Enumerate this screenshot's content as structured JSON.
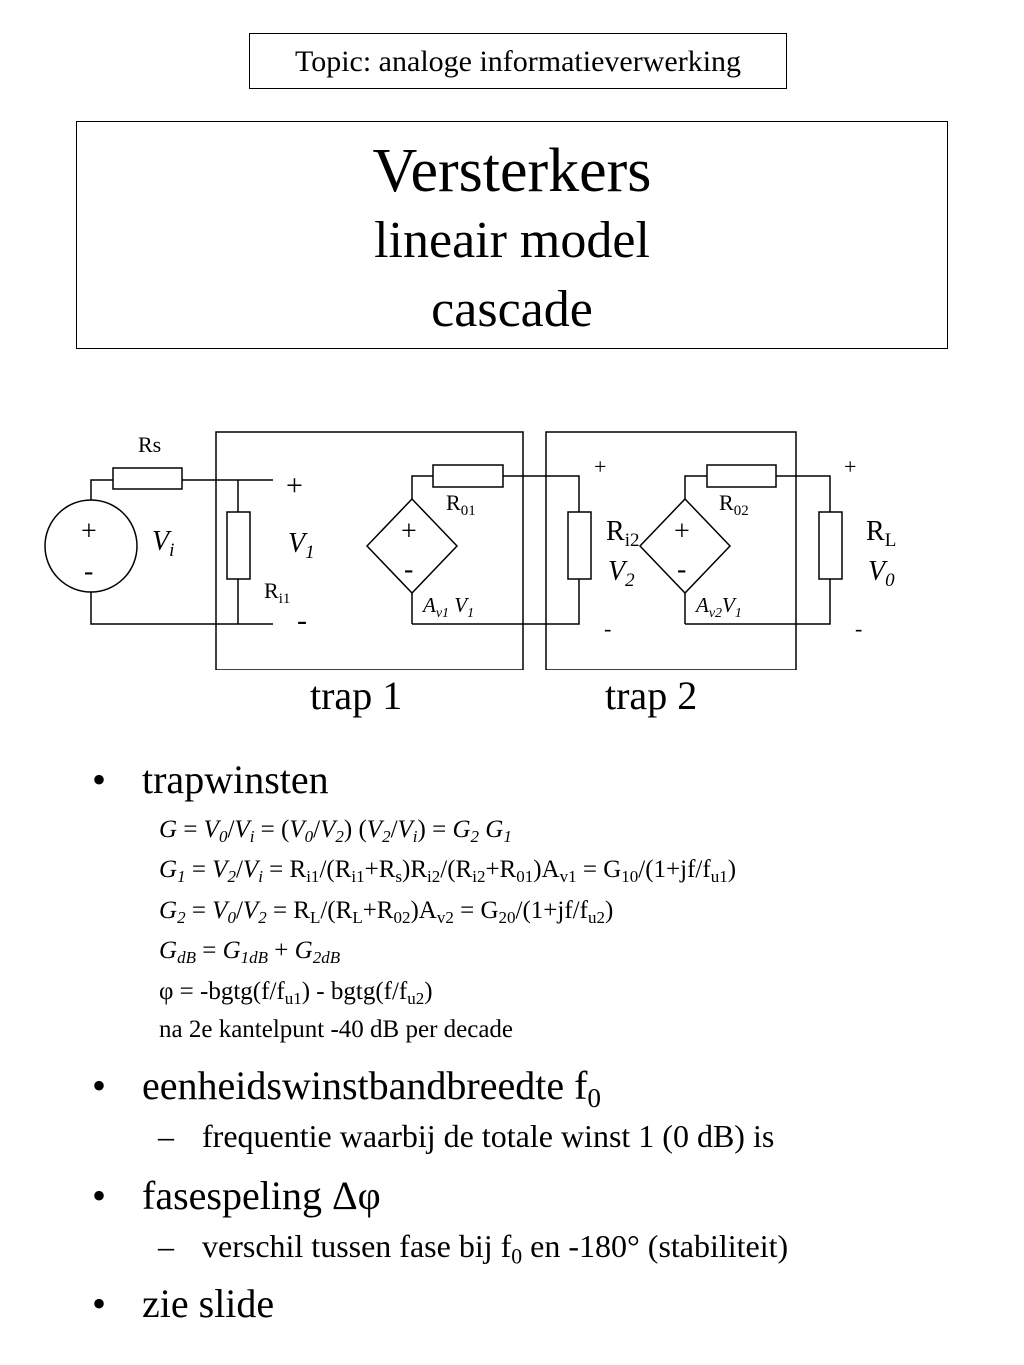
{
  "topic": "Topic: analoge informatieverwerking",
  "title": {
    "line1": "Versterkers",
    "line2": "lineair model",
    "line3": "cascade"
  },
  "circuit": {
    "rs": "Rs",
    "ri1": "R",
    "ri1_sub": "i1",
    "r01": "R",
    "r01_sub": "01",
    "ri2": "R",
    "ri2_sub": "i2",
    "r02": "R",
    "r02_sub": "02",
    "rl": "R",
    "rl_sub": "L",
    "vi": "V",
    "vi_sub": "i",
    "v1": "V",
    "v1_sub": "1",
    "v2": "V",
    "v2_sub": "2",
    "v0": "V",
    "v0_sub": "0",
    "av1": "A",
    "av1_sub": "v1",
    "av1_v": "V",
    "av1_vsub": "1",
    "av2": "A",
    "av2_sub": "v2",
    "av2_v": "V",
    "av2_vsub": "1",
    "plus": "+",
    "minus": "-",
    "trap1": "trap 1",
    "trap2": "trap 2"
  },
  "bullets": {
    "dot": "•",
    "dash": "–",
    "b1": "trapwinsten",
    "b2": "eenheidswinstbandbreedte f",
    "b2_sub": "0",
    "b2_sub1": "frequentie waarbij de totale winst 1 (0 dB) is",
    "b3": "fasespeling Δφ",
    "b3_sub1a": "verschil tussen fase bij f",
    "b3_sub1sub": "0",
    "b3_sub1b": " en -180° (stabiliteit)",
    "b4": "zie slide"
  },
  "equations": {
    "e6": "na 2e kantelpunt -40 dB per decade"
  }
}
